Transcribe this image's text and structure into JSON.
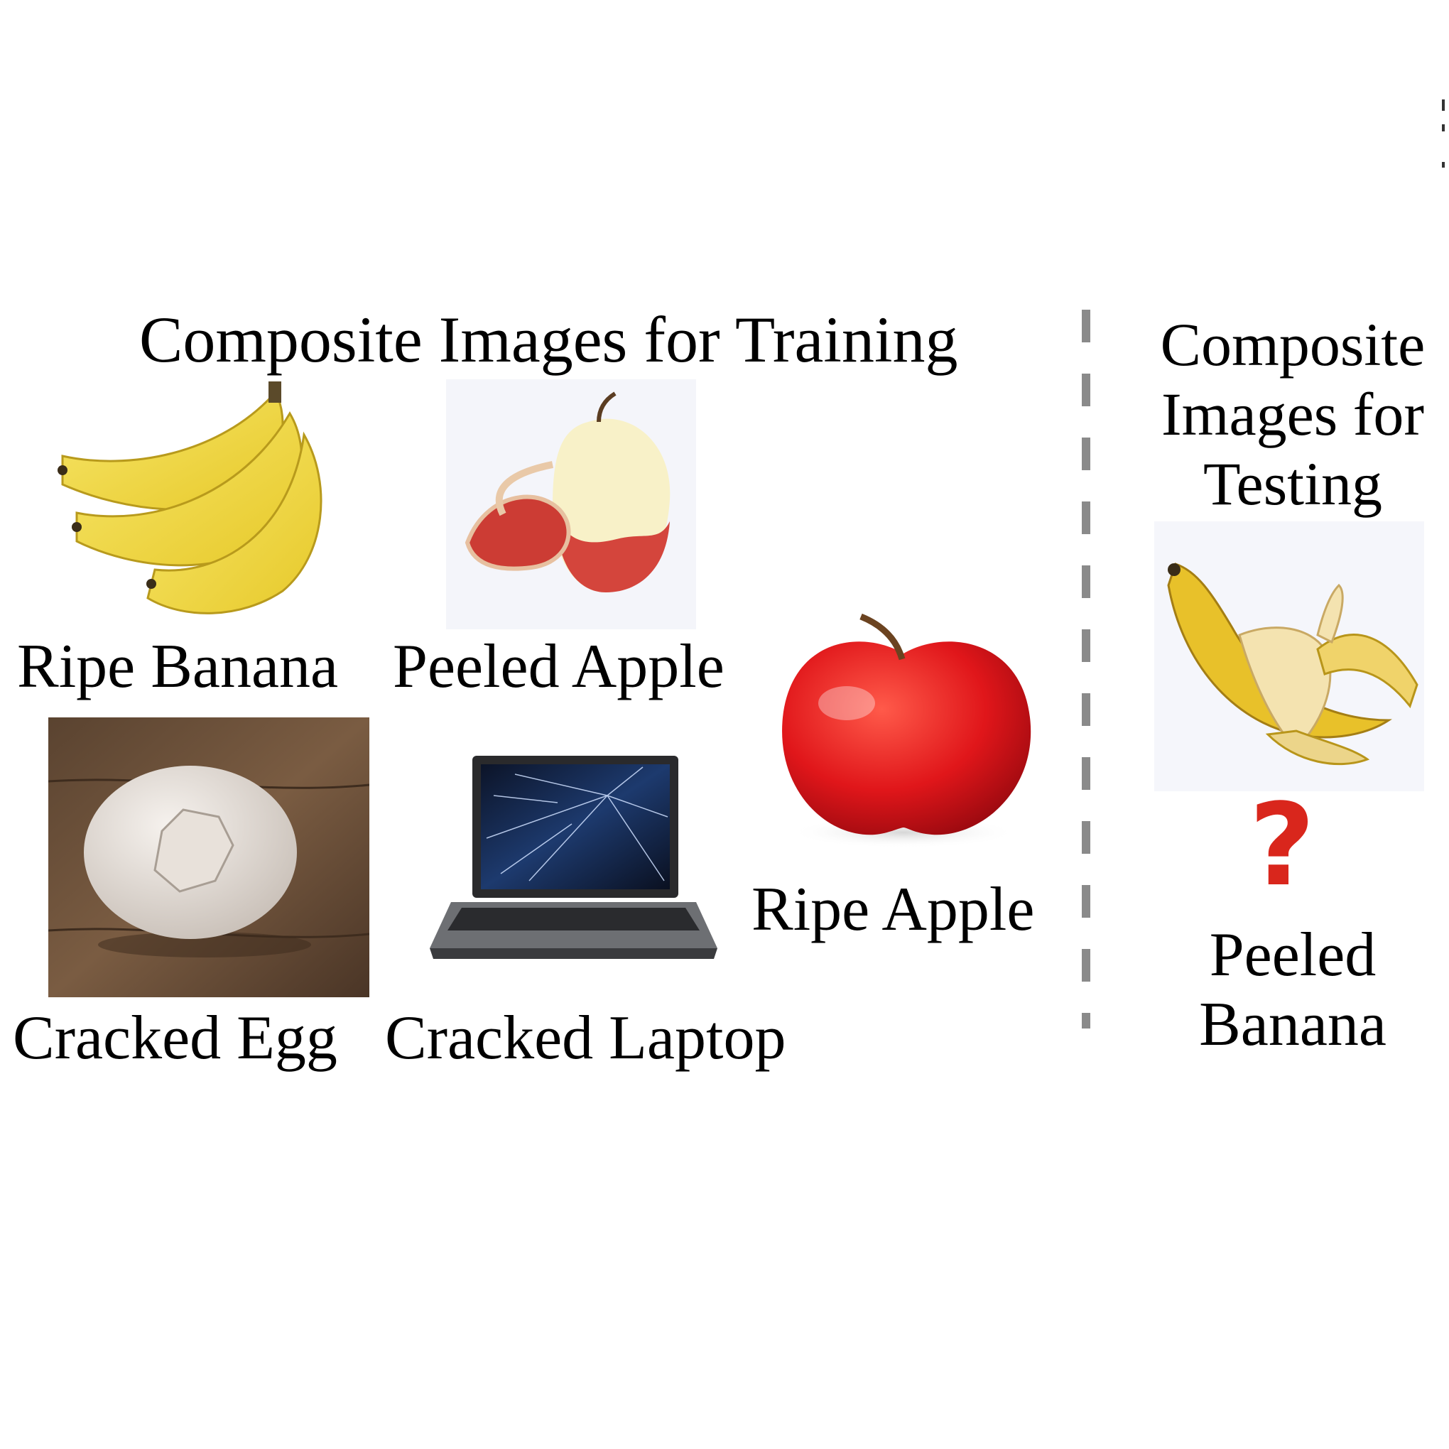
{
  "training": {
    "title": "Composite Images for Training",
    "items": [
      {
        "label": "Ripe Banana",
        "icon": "ripe-banana-photo"
      },
      {
        "label": "Peeled Apple",
        "icon": "peeled-apple-photo"
      },
      {
        "label": "Ripe Apple",
        "icon": "ripe-apple-photo"
      },
      {
        "label": "Cracked Egg",
        "icon": "cracked-egg-photo"
      },
      {
        "label": "Cracked Laptop",
        "icon": "cracked-laptop-photo"
      }
    ]
  },
  "testing": {
    "title_lines": [
      "Composite",
      "Images for",
      "Testing"
    ],
    "item": {
      "label_lines": [
        "Peeled",
        "Banana"
      ],
      "icon": "peeled-banana-photo"
    },
    "unknown_symbol": "?"
  },
  "colors": {
    "divider": "#8a8a8a",
    "question_mark": "#d9261c"
  }
}
